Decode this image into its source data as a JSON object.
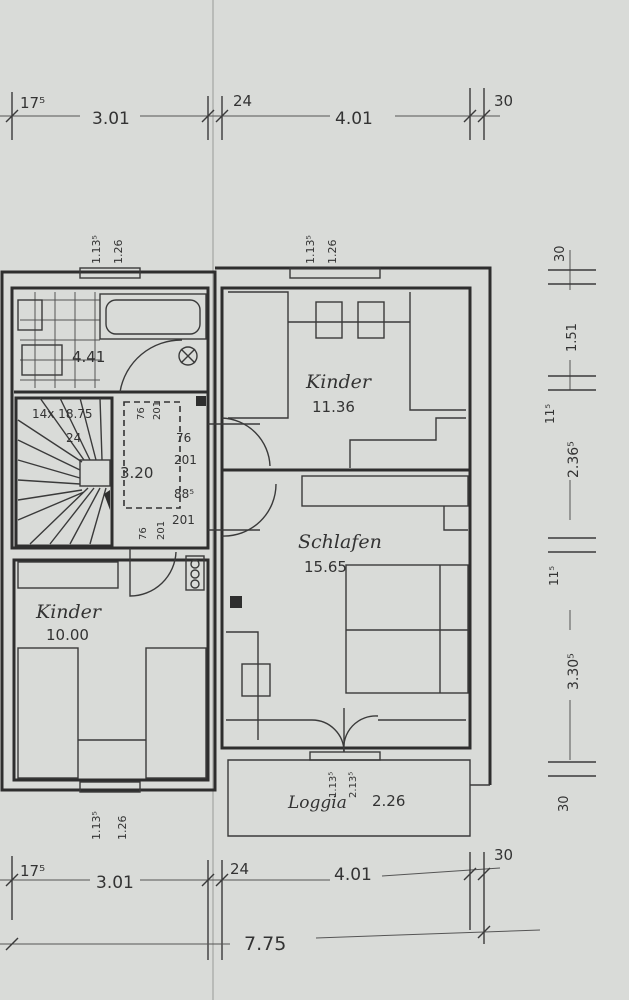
{
  "top_dims": {
    "a": "17⁵",
    "b": "3.01",
    "c": "24",
    "d": "4.01",
    "e": "30"
  },
  "bottom_dims": {
    "a": "17⁵",
    "b": "3.01",
    "c": "24",
    "d": "4.01",
    "e": "30",
    "total": "7.75"
  },
  "window_dims": {
    "bath_w": "1.13⁵",
    "bath_h": "1.26",
    "kinder_top_w": "1.13⁵",
    "kinder_top_h": "1.26",
    "kinder_left_w": "1.13⁵",
    "kinder_left_h": "1.26",
    "loggia_w": "1.13⁵",
    "loggia_h": "2.13⁵"
  },
  "right_dims": {
    "a": "30",
    "b": "1.51",
    "c": "11⁵",
    "d": "2.36⁵",
    "e": "11⁵",
    "f": "3.30⁵",
    "g": "30"
  },
  "rooms": {
    "bath": {
      "area": "4.41"
    },
    "kinder_top": {
      "name": "Kinder",
      "area": "11.36"
    },
    "schlafen": {
      "name": "Schlafen",
      "area": "15.65"
    },
    "kinder_left": {
      "name": "Kinder",
      "area": "10.00"
    },
    "loggia": {
      "name": "Loggia",
      "area": "2.26"
    },
    "hall": {
      "area": "3.20"
    }
  },
  "stair": {
    "label": "14x 18.75",
    "width": "24"
  },
  "door_dims": {
    "d1": "76",
    "d2": "201",
    "d3": "76",
    "d4": "201",
    "d5": "88⁵",
    "d6": "201",
    "d7": "76",
    "d8": "201"
  }
}
